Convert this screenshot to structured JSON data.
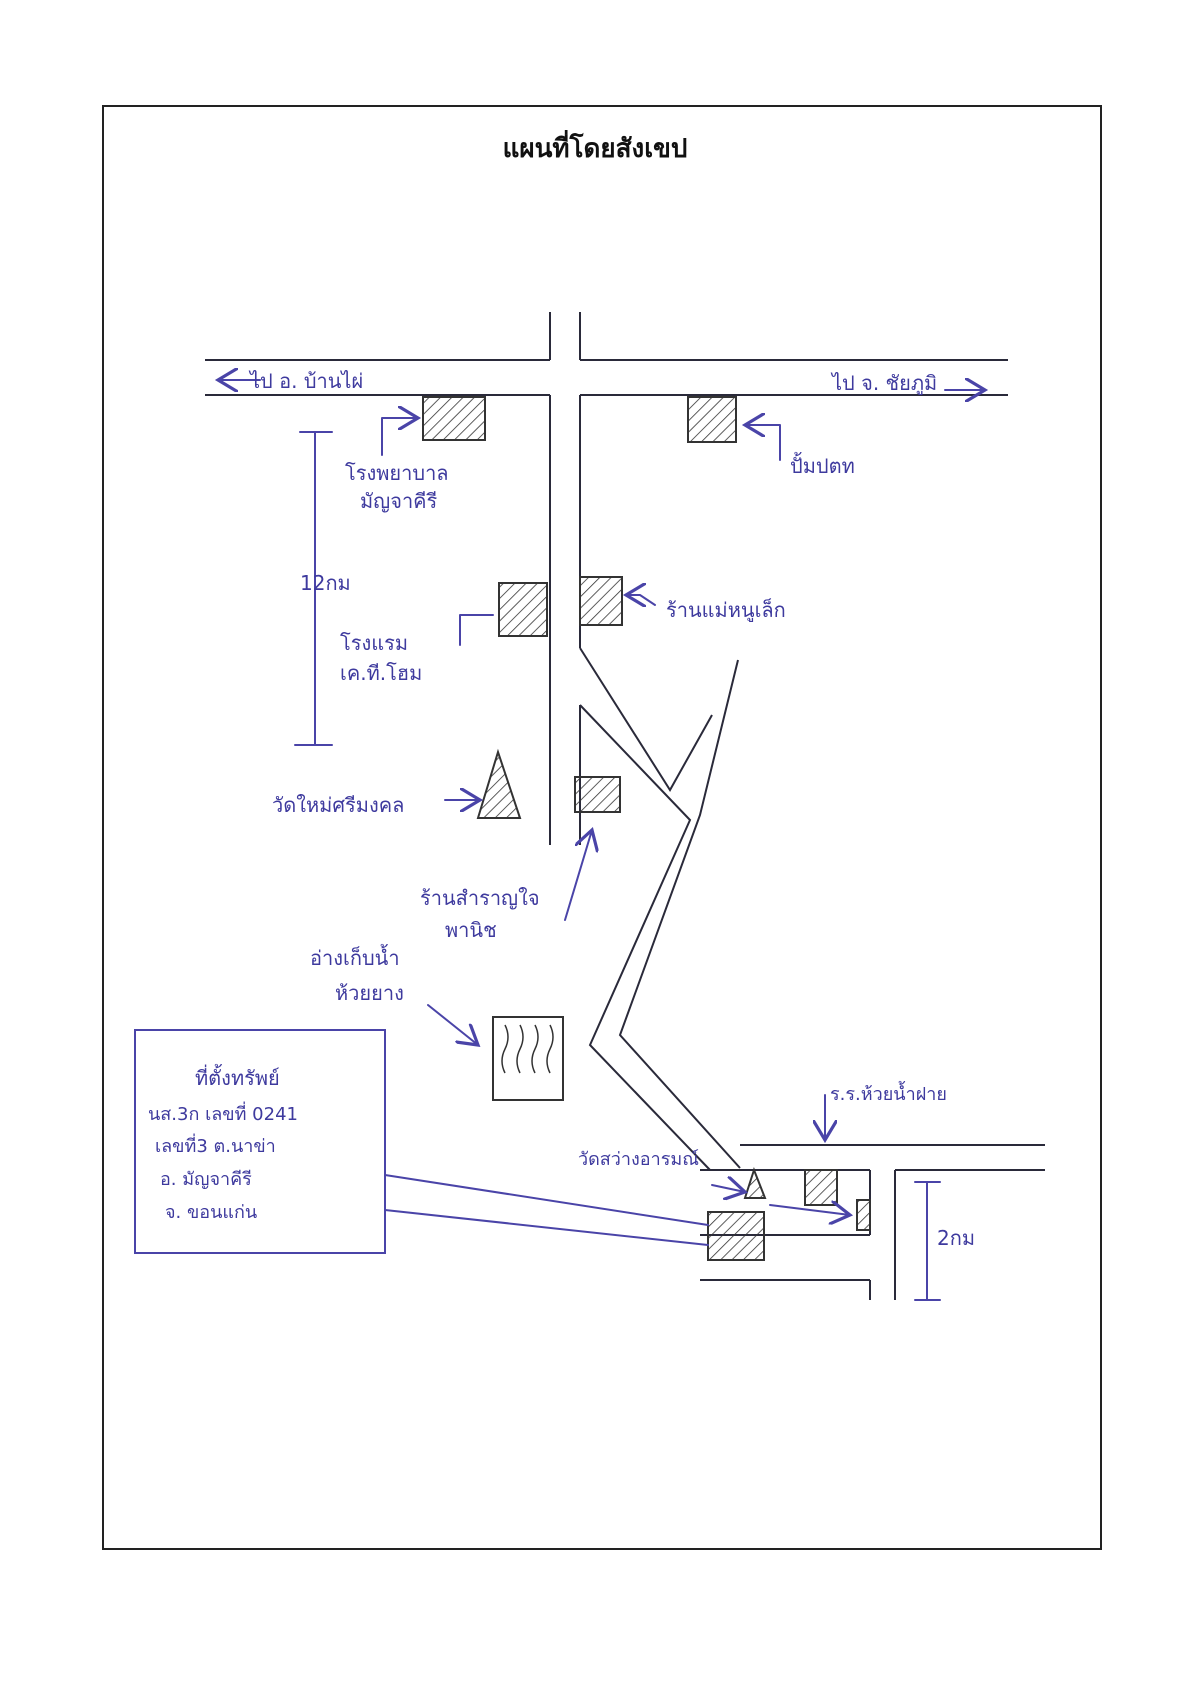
{
  "title": "แผนที่โดยสังเขป",
  "labels": {
    "to_ban_phai": "ไป อ. บ้านไผ่",
    "to_chaiyaphum": "ไป จ. ชัยภูมิ",
    "hospital_1": "โรงพยาบาล",
    "hospital_2": "มัญจาคีรี",
    "gas_station": "ปั้มปตท",
    "distance_12km": "12กม",
    "shop_mae_nu_lek": "ร้านแม่หนูเล็ก",
    "hotel_1": "โรงแรม",
    "hotel_2": "เค.ที.โฮม",
    "wat_mai": "วัดใหม่ศรีมงคล",
    "shop_samran_1": "ร้านสำราญใจ",
    "shop_samran_2": "พานิช",
    "reservoir_1": "อ่างเก็บน้ำ",
    "reservoir_2": "ห้วยยาง",
    "property_1": "ที่ตั้งทรัพย์",
    "property_2": "นส.3ก เลขที่ 0241",
    "property_3": "เลขที่3 ต.นาข่า",
    "property_4": "อ. มัญจาคีรี",
    "property_5": "จ. ขอนแก่น",
    "school": "ร.ร.ห้วยน้ำฝาย",
    "wat_sawang": "วัดสว่างอารมณ์",
    "distance_2km": "2กม"
  },
  "colors": {
    "ink": "#4a44a8",
    "road": "#2a2a3a"
  }
}
